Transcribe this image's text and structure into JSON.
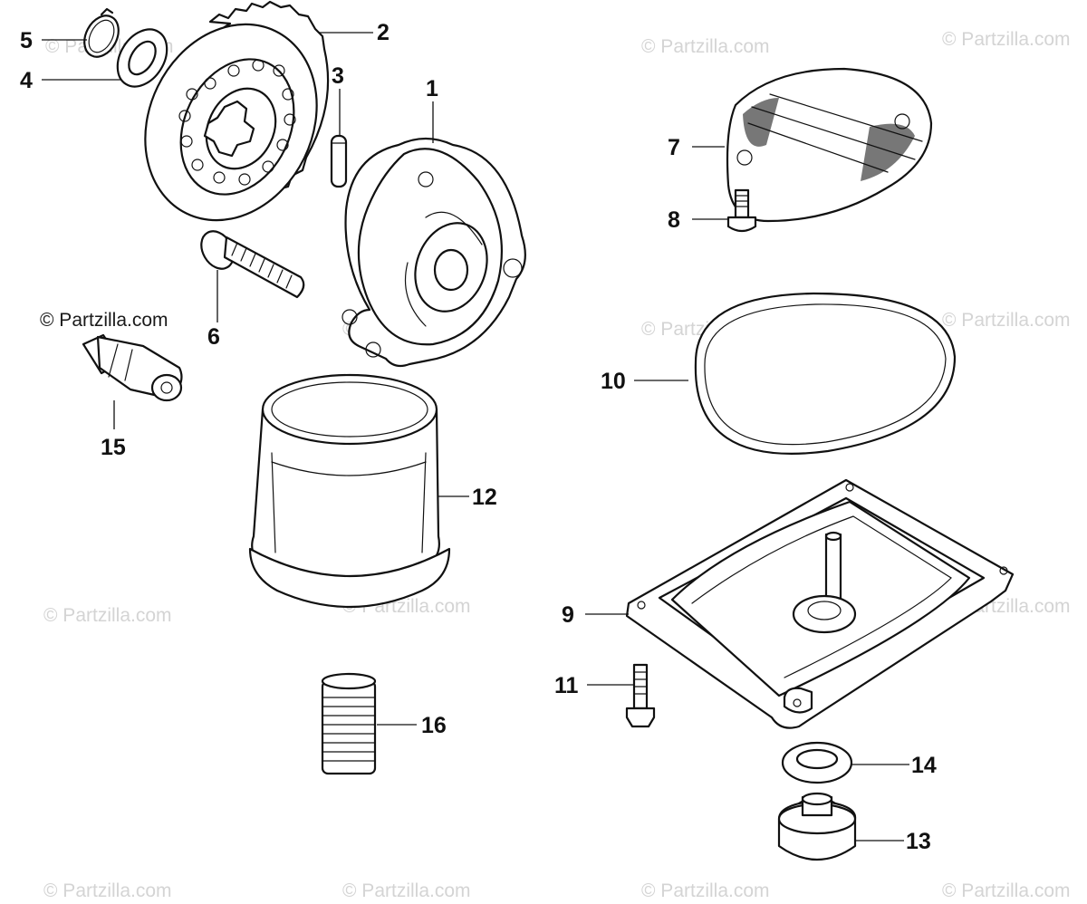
{
  "watermark": "© Partzilla.com",
  "parts": [
    {
      "id": "p1",
      "label": "1",
      "icon": "oil-pump-body-icon"
    },
    {
      "id": "p2",
      "label": "2",
      "icon": "pump-drive-gear-icon"
    },
    {
      "id": "p3",
      "label": "3",
      "icon": "dowel-pin-icon"
    },
    {
      "id": "p4",
      "label": "4",
      "icon": "thrust-washer-icon"
    },
    {
      "id": "p5",
      "label": "5",
      "icon": "snap-ring-icon"
    },
    {
      "id": "p6",
      "label": "6",
      "icon": "flange-bolt-icon"
    },
    {
      "id": "p7",
      "label": "7",
      "icon": "oil-strainer-screen-icon"
    },
    {
      "id": "p8",
      "label": "8",
      "icon": "strainer-bolt-icon"
    },
    {
      "id": "p9",
      "label": "9",
      "icon": "oil-pan-icon"
    },
    {
      "id": "p10",
      "label": "10",
      "icon": "pan-gasket-ring-icon"
    },
    {
      "id": "p11",
      "label": "11",
      "icon": "pan-bolt-icon"
    },
    {
      "id": "p12",
      "label": "12",
      "icon": "oil-filter-icon"
    },
    {
      "id": "p13",
      "label": "13",
      "icon": "drain-plug-icon"
    },
    {
      "id": "p14",
      "label": "14",
      "icon": "drain-washer-icon"
    },
    {
      "id": "p15",
      "label": "15",
      "icon": "oil-pressure-switch-icon"
    },
    {
      "id": "p16",
      "label": "16",
      "icon": "filter-fitting-icon"
    }
  ]
}
